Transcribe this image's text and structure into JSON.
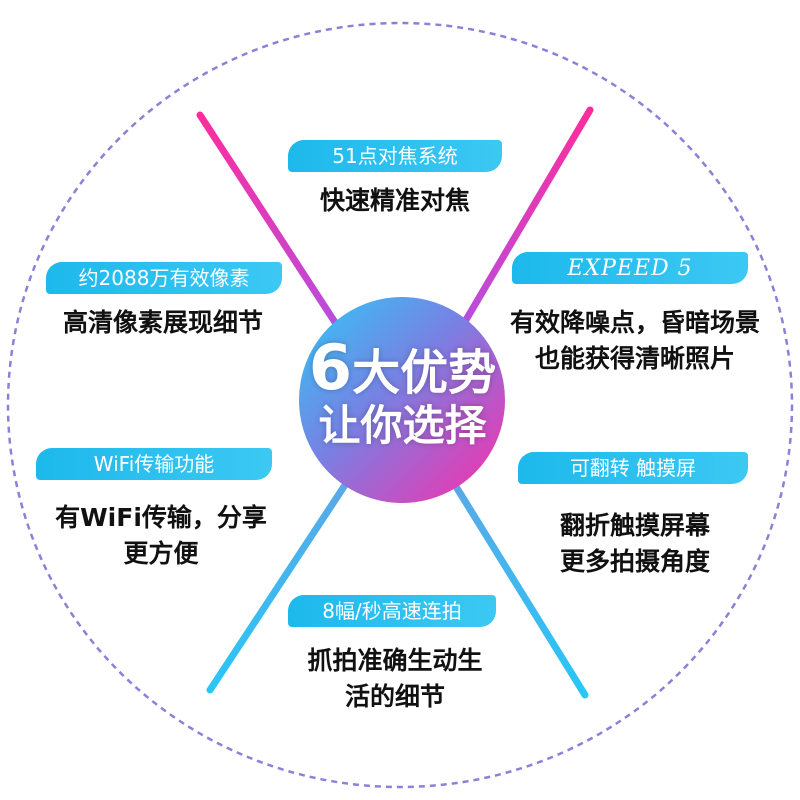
{
  "center": {
    "big_number": "6",
    "title_rest": "大优势",
    "subtitle": "让你选择"
  },
  "features": [
    {
      "id": "top",
      "label": "51点对焦系统",
      "lines": [
        "快速精准对焦"
      ]
    },
    {
      "id": "upper_left",
      "label": "约2088万有效像素",
      "lines": [
        "高清像素展现细节"
      ]
    },
    {
      "id": "upper_right",
      "label": "EXPEED 5",
      "lines": [
        "有效降噪点，昏暗场景",
        "也能获得清晰照片"
      ]
    },
    {
      "id": "lower_left",
      "label": "WiFi传输功能",
      "lines": [
        "有WiFi传输，分享",
        "更方便"
      ]
    },
    {
      "id": "lower_right",
      "label": "可翻转 触摸屏",
      "lines": [
        "翻折触摸屏幕",
        "更多拍摄角度"
      ]
    },
    {
      "id": "bottom",
      "label": "8幅/秒高速连拍",
      "lines": [
        "抓拍准确生动生",
        "活的细节"
      ]
    }
  ],
  "colors": {
    "pill": "#25bdef",
    "magenta": "#ff2fa6",
    "cyan": "#1cc9f3",
    "outline": "#8f7fd8"
  }
}
